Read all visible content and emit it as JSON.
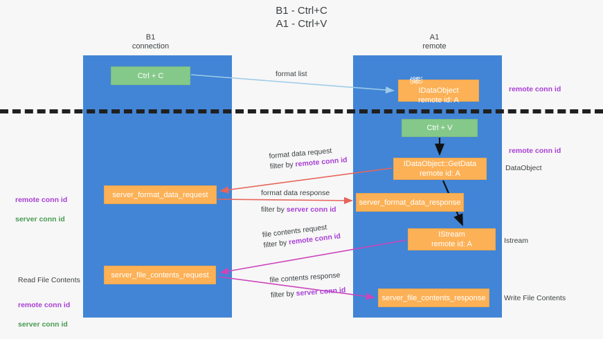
{
  "title": "B1 - Ctrl+C\nA1 - Ctrl+V",
  "columns": {
    "left": "B1\nconnection",
    "right": "A1\nremote"
  },
  "nodes": {
    "ctrl_c": "Ctrl + C",
    "idataobject": "IDataObject\nremote id: A",
    "idataobject_overlap": "倹∕影",
    "ctrl_v": "Ctrl + V",
    "getdata": "IDataObject::GetData\nremote id: A",
    "server_format_data_request": "server_format_data_request",
    "server_format_data_response": "server_format_data_response",
    "istream": "IStream\nremote id: A",
    "server_file_contents_request": "server_file_contents_request",
    "server_file_contents_response": "server_file_contents_response"
  },
  "edge_labels": {
    "format_list": "format list",
    "format_data_request": "format data request",
    "format_data_request_filter_prefix": "filter by ",
    "format_data_request_filter_key": "remote conn id",
    "format_data_response": "format data response",
    "format_data_response_filter_prefix": "filter by ",
    "format_data_response_filter_key": "server conn id",
    "file_contents_request": "file contents request",
    "file_contents_request_filter_prefix": "filter by ",
    "file_contents_request_filter_key": "remote conn id",
    "file_contents_response": "file contents response",
    "file_contents_response_filter_prefix": "filter by ",
    "file_contents_response_filter_key": "server conn id"
  },
  "annotations": {
    "remote_conn_id_top": "remote conn id",
    "remote_conn_id_mid": "remote conn id",
    "dataobject": "DataObject",
    "istream": "Istream",
    "write_file_contents": "Write File Contents",
    "read_file_contents": "Read File Contents",
    "left_remote_conn_id_mid": "remote conn id",
    "left_server_conn_id_mid": "server conn id",
    "left_remote_conn_id_bot": "remote conn id",
    "left_server_conn_id_bot": "server conn id"
  },
  "colors": {
    "lane": "#4285d6",
    "green_node": "#85c98a",
    "orange_node": "#fcb156",
    "purple_key": "#a83fd4",
    "green_key": "#4a9b52",
    "arrow_lightblue": "#9ecbe8",
    "arrow_red": "#e8645a",
    "arrow_magenta": "#cc44bb",
    "arrow_black": "#111111",
    "background": "#f7f7f7"
  }
}
